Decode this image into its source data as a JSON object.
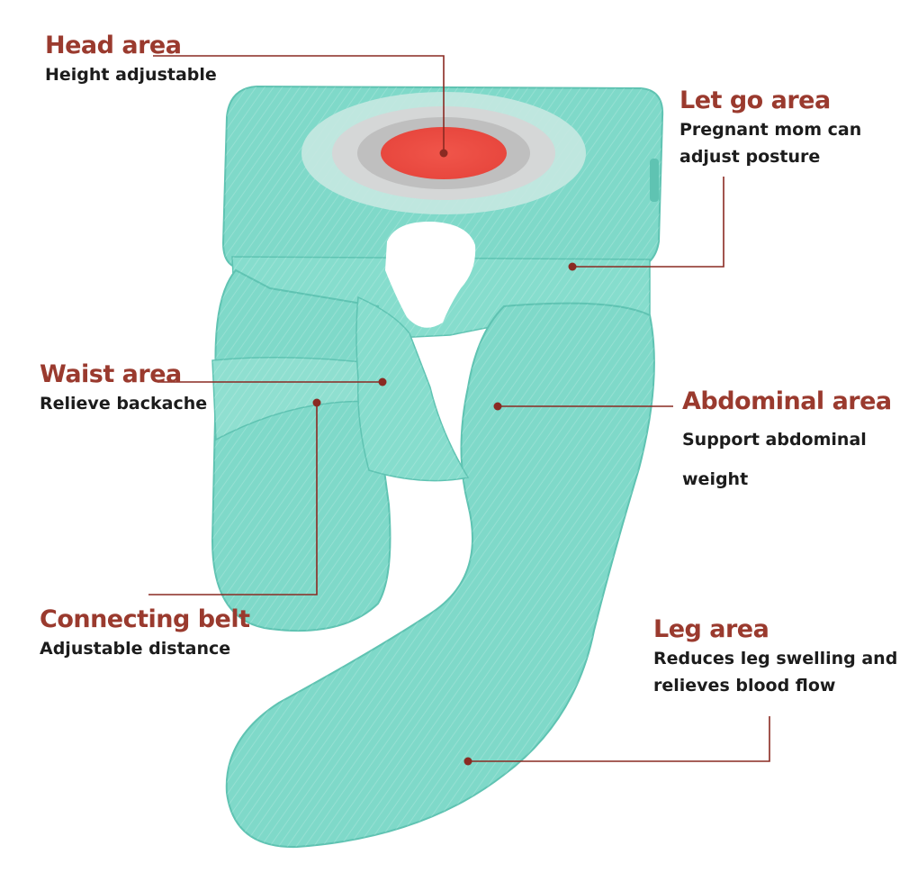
{
  "colors": {
    "pillow": "#7fd9c9",
    "pillow_shade": "#5fc3b2",
    "belt": "#8fdfd0",
    "title_text": "#9a3a2e",
    "leader_line": "#8a2a22",
    "target_center": "#f0554a"
  },
  "labels": {
    "head": {
      "title": "Head area",
      "lines": [
        "Height adjustable"
      ]
    },
    "letgo": {
      "title": "Let go area",
      "lines": [
        "Pregnant mom can",
        "adjust posture"
      ]
    },
    "waist": {
      "title": "Waist area",
      "lines": [
        "Relieve backache"
      ]
    },
    "abdominal": {
      "title": "Abdominal area",
      "lines": [
        "Support abdominal",
        "weight"
      ]
    },
    "belt": {
      "title": "Connecting belt",
      "lines": [
        "Adjustable distance"
      ]
    },
    "leg": {
      "title": "Leg area",
      "lines": [
        "Reduces leg swelling and",
        "relieves blood flow"
      ]
    }
  }
}
